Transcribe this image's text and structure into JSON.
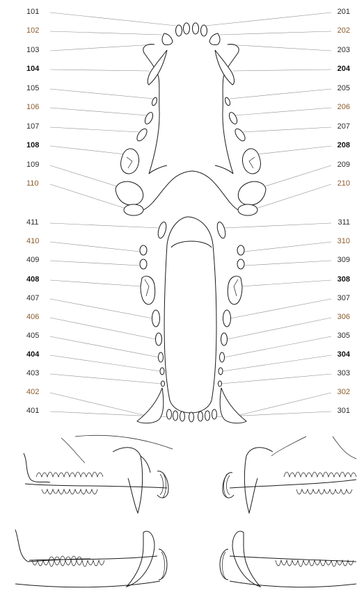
{
  "diagram": {
    "upper_left": [
      {
        "id": "101",
        "color": "#2b2b2b",
        "bold": false
      },
      {
        "id": "102",
        "color": "#8a5a2b",
        "bold": false
      },
      {
        "id": "103",
        "color": "#2b2b2b",
        "bold": false
      },
      {
        "id": "104",
        "color": "#111111",
        "bold": true
      },
      {
        "id": "105",
        "color": "#2b2b2b",
        "bold": false
      },
      {
        "id": "106",
        "color": "#8a5a2b",
        "bold": false
      },
      {
        "id": "107",
        "color": "#2b2b2b",
        "bold": false
      },
      {
        "id": "108",
        "color": "#111111",
        "bold": true
      },
      {
        "id": "109",
        "color": "#2b2b2b",
        "bold": false
      },
      {
        "id": "110",
        "color": "#8a5a2b",
        "bold": false
      }
    ],
    "upper_right": [
      {
        "id": "201",
        "color": "#2b2b2b",
        "bold": false
      },
      {
        "id": "202",
        "color": "#8a5a2b",
        "bold": false
      },
      {
        "id": "203",
        "color": "#2b2b2b",
        "bold": false
      },
      {
        "id": "204",
        "color": "#111111",
        "bold": true
      },
      {
        "id": "205",
        "color": "#2b2b2b",
        "bold": false
      },
      {
        "id": "206",
        "color": "#8a5a2b",
        "bold": false
      },
      {
        "id": "207",
        "color": "#2b2b2b",
        "bold": false
      },
      {
        "id": "208",
        "color": "#111111",
        "bold": true
      },
      {
        "id": "209",
        "color": "#2b2b2b",
        "bold": false
      },
      {
        "id": "210",
        "color": "#8a5a2b",
        "bold": false
      }
    ],
    "lower_left": [
      {
        "id": "411",
        "color": "#2b2b2b",
        "bold": false
      },
      {
        "id": "410",
        "color": "#8a5a2b",
        "bold": false
      },
      {
        "id": "409",
        "color": "#2b2b2b",
        "bold": false
      },
      {
        "id": "408",
        "color": "#111111",
        "bold": true
      },
      {
        "id": "407",
        "color": "#2b2b2b",
        "bold": false
      },
      {
        "id": "406",
        "color": "#8a5a2b",
        "bold": false
      },
      {
        "id": "405",
        "color": "#2b2b2b",
        "bold": false
      },
      {
        "id": "404",
        "color": "#111111",
        "bold": true
      },
      {
        "id": "403",
        "color": "#2b2b2b",
        "bold": false
      },
      {
        "id": "402",
        "color": "#8a5a2b",
        "bold": false
      },
      {
        "id": "401",
        "color": "#2b2b2b",
        "bold": false
      }
    ],
    "lower_right": [
      {
        "id": "311",
        "color": "#2b2b2b",
        "bold": false
      },
      {
        "id": "310",
        "color": "#8a5a2b",
        "bold": false
      },
      {
        "id": "309",
        "color": "#2b2b2b",
        "bold": false
      },
      {
        "id": "308",
        "color": "#111111",
        "bold": true
      },
      {
        "id": "307",
        "color": "#2b2b2b",
        "bold": false
      },
      {
        "id": "306",
        "color": "#8a5a2b",
        "bold": false
      },
      {
        "id": "305",
        "color": "#2b2b2b",
        "bold": false
      },
      {
        "id": "304",
        "color": "#111111",
        "bold": true
      },
      {
        "id": "303",
        "color": "#2b2b2b",
        "bold": false
      },
      {
        "id": "302",
        "color": "#8a5a2b",
        "bold": false
      },
      {
        "id": "301",
        "color": "#2b2b2b",
        "bold": false
      }
    ]
  }
}
